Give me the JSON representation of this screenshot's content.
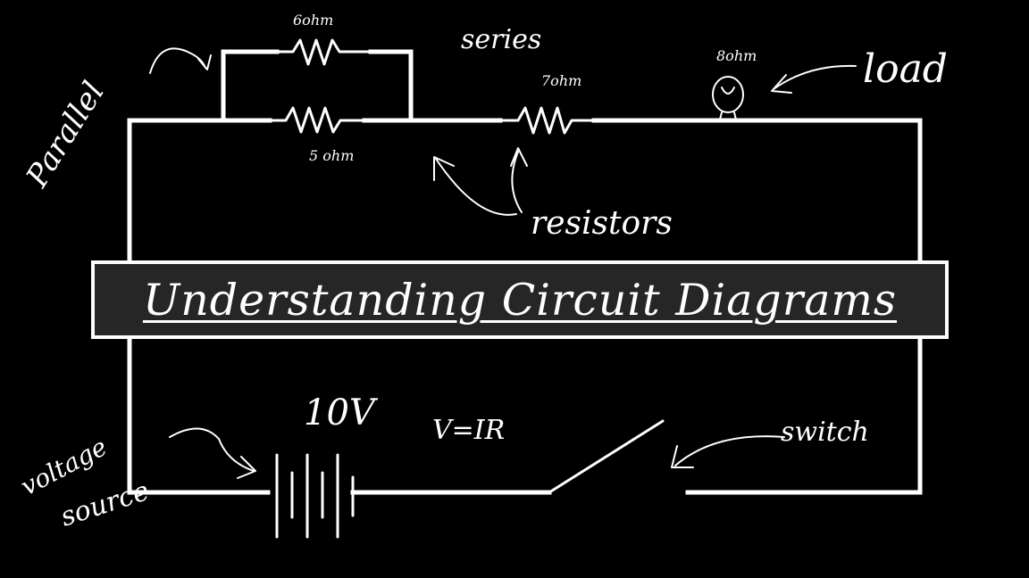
{
  "title": "Understanding Circuit Diagrams",
  "labels": {
    "resistor_top": "6ohm",
    "resistor_bottom": "5 ohm",
    "resistor_series": "7ohm",
    "bulb": "8ohm",
    "parallel": "Parallel",
    "series": "series",
    "load": "load",
    "resistors": "resistors",
    "voltage": "10V",
    "ohms_law": "V=IR",
    "switch": "switch",
    "voltage_source_line1": "voltage",
    "voltage_source_line2": "source"
  },
  "colors": {
    "background": "#000000",
    "ink": "#ffffff",
    "banner": "#262626"
  }
}
